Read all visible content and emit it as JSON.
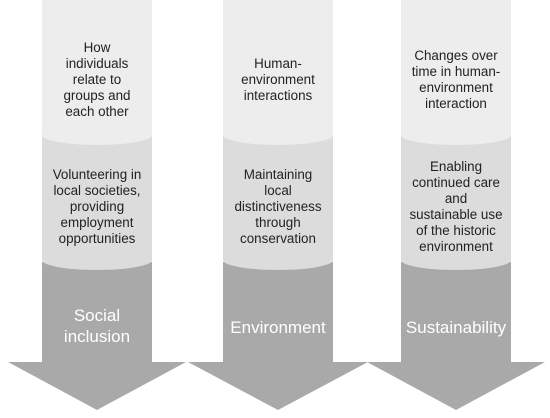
{
  "columns": [
    {
      "level1": [
        "How",
        "individuals",
        "relate to",
        "groups and",
        "each other"
      ],
      "level2": [
        "Volunteering in",
        "local societies,",
        "providing",
        "employment",
        "opportunities"
      ],
      "level3": [
        "Social",
        "inclusion"
      ]
    },
    {
      "level1": [
        "Human-",
        "environment",
        "interactions"
      ],
      "level2": [
        "Maintaining",
        "local",
        "distinctiveness",
        "through",
        "conservation"
      ],
      "level3": [
        "Environment"
      ]
    },
    {
      "level1": [
        "Changes over",
        "time in human-",
        "environment",
        "interaction"
      ],
      "level2": [
        "Enabling",
        "continued care",
        "and",
        "sustainable use",
        "of the historic",
        "environment"
      ],
      "level3": [
        "Sustainability"
      ]
    }
  ],
  "colors": {
    "cylinder_light": "#ededed",
    "cylinder_light_top": "#e3e3e3",
    "cylinder_mid": "#dcdcdc",
    "cylinder_mid_top": "#d0d0d0",
    "arrow": "#a9a9a9",
    "text": "#222222",
    "arrow_text": "#ffffff"
  }
}
